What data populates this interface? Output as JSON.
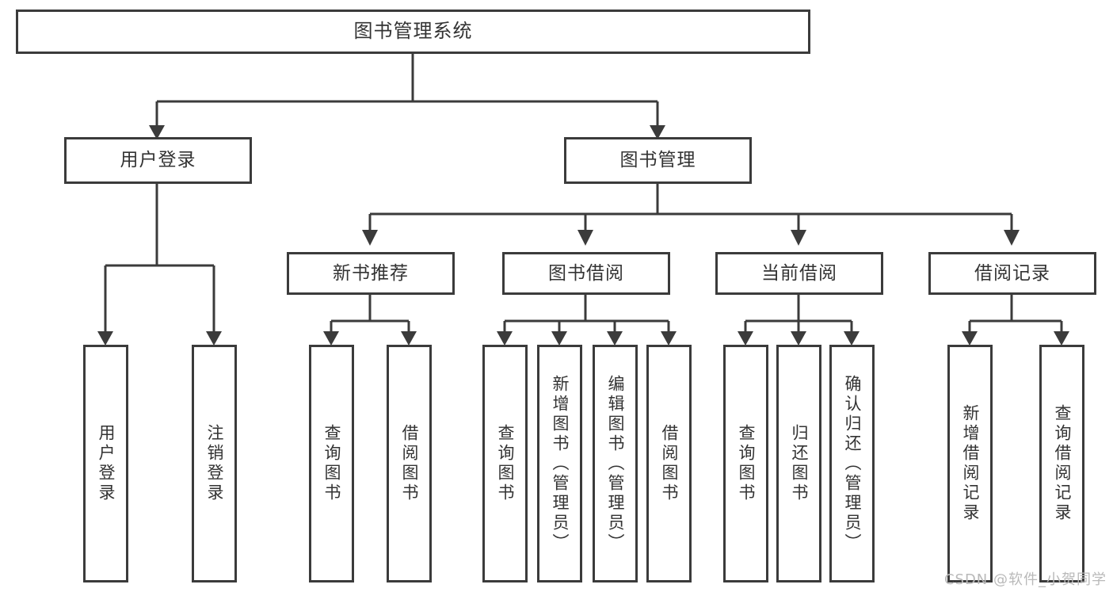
{
  "diagram": {
    "title": "图书管理系统",
    "type": "tree",
    "colors": {
      "background": "#ffffff",
      "border": "#3b3b3b",
      "text": "#333333",
      "watermark": "#b9b9b9"
    },
    "nodes": {
      "root": {
        "label": "图书管理系统",
        "orientation": "horizontal",
        "level": 0
      },
      "user_login": {
        "label": "用户登录",
        "orientation": "horizontal",
        "level": 1
      },
      "book_manage": {
        "label": "图书管理",
        "orientation": "horizontal",
        "level": 1
      },
      "new_book_rec": {
        "label": "新书推荐",
        "orientation": "horizontal",
        "level": 2
      },
      "book_borrow": {
        "label": "图书借阅",
        "orientation": "horizontal",
        "level": 2
      },
      "current_borrow": {
        "label": "当前借阅",
        "orientation": "horizontal",
        "level": 2
      },
      "borrow_record": {
        "label": "借阅记录",
        "orientation": "horizontal",
        "level": 2
      },
      "leaf_user_login": {
        "label": "用户登录",
        "orientation": "vertical",
        "level": 3,
        "parent": "user_login"
      },
      "leaf_user_logout": {
        "label": "注销登录",
        "orientation": "vertical",
        "level": 3,
        "parent": "user_login"
      },
      "leaf_query_book_1": {
        "label": "查询图书",
        "orientation": "vertical",
        "level": 3,
        "parent": "new_book_rec"
      },
      "leaf_borrow_book_1": {
        "label": "借阅图书",
        "orientation": "vertical",
        "level": 3,
        "parent": "new_book_rec"
      },
      "leaf_query_book_2": {
        "label": "查询图书",
        "orientation": "vertical",
        "level": 3,
        "parent": "book_borrow"
      },
      "leaf_add_book": {
        "label": "新增图书（管理员）",
        "orientation": "vertical",
        "level": 3,
        "parent": "book_borrow"
      },
      "leaf_edit_book": {
        "label": "编辑图书（管理员）",
        "orientation": "vertical",
        "level": 3,
        "parent": "book_borrow"
      },
      "leaf_borrow_book_2": {
        "label": "借阅图书",
        "orientation": "vertical",
        "level": 3,
        "parent": "book_borrow"
      },
      "leaf_query_book_3": {
        "label": "查询图书",
        "orientation": "vertical",
        "level": 3,
        "parent": "current_borrow"
      },
      "leaf_return_book": {
        "label": "归还图书",
        "orientation": "vertical",
        "level": 3,
        "parent": "current_borrow"
      },
      "leaf_confirm_return": {
        "label": "确认归还（管理员）",
        "orientation": "vertical",
        "level": 3,
        "parent": "current_borrow"
      },
      "leaf_add_record": {
        "label": "新增借阅记录",
        "orientation": "vertical",
        "level": 3,
        "parent": "borrow_record"
      },
      "leaf_query_record": {
        "label": "查询借阅记录",
        "orientation": "vertical",
        "level": 3,
        "parent": "borrow_record"
      }
    },
    "edges": [
      {
        "from": "root",
        "to": "user_login"
      },
      {
        "from": "root",
        "to": "book_manage"
      },
      {
        "from": "book_manage",
        "to": "new_book_rec"
      },
      {
        "from": "book_manage",
        "to": "book_borrow"
      },
      {
        "from": "book_manage",
        "to": "current_borrow"
      },
      {
        "from": "book_manage",
        "to": "borrow_record"
      },
      {
        "from": "user_login",
        "to": "leaf_user_login"
      },
      {
        "from": "user_login",
        "to": "leaf_user_logout"
      },
      {
        "from": "new_book_rec",
        "to": "leaf_query_book_1"
      },
      {
        "from": "new_book_rec",
        "to": "leaf_borrow_book_1"
      },
      {
        "from": "book_borrow",
        "to": "leaf_query_book_2"
      },
      {
        "from": "book_borrow",
        "to": "leaf_add_book"
      },
      {
        "from": "book_borrow",
        "to": "leaf_edit_book"
      },
      {
        "from": "book_borrow",
        "to": "leaf_borrow_book_2"
      },
      {
        "from": "current_borrow",
        "to": "leaf_query_book_3"
      },
      {
        "from": "current_borrow",
        "to": "leaf_return_book"
      },
      {
        "from": "current_borrow",
        "to": "leaf_confirm_return"
      },
      {
        "from": "borrow_record",
        "to": "leaf_add_record"
      },
      {
        "from": "borrow_record",
        "to": "leaf_query_record"
      }
    ]
  },
  "watermark": {
    "text": "CSDN @软件_小贺同学"
  }
}
